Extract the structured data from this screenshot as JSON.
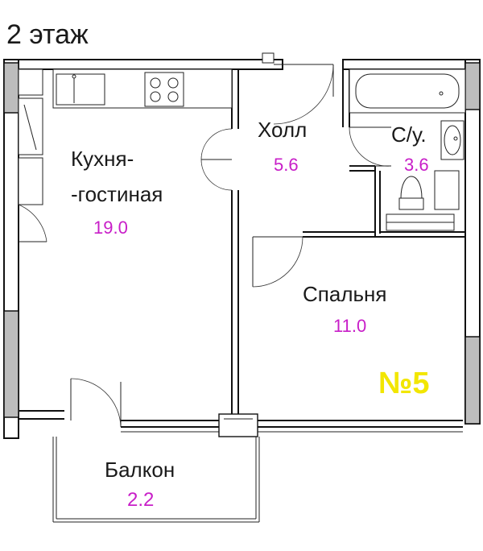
{
  "floor_label": "2 этаж",
  "apartment_number": "№5",
  "rooms": {
    "kitchen_line1": "Кухня-",
    "kitchen_line2": "-гостиная",
    "kitchen_area": "19.0",
    "hall": "Холл",
    "hall_area": "5.6",
    "bathroom": "С/у.",
    "bathroom_area": "3.6",
    "bedroom": "Спальня",
    "bedroom_area": "11.0",
    "balcony": "Балкон",
    "balcony_area": "2.2"
  },
  "colors": {
    "area_text": "#c81ec8",
    "apartment_number": "#f2e600",
    "walls": "#111111"
  }
}
